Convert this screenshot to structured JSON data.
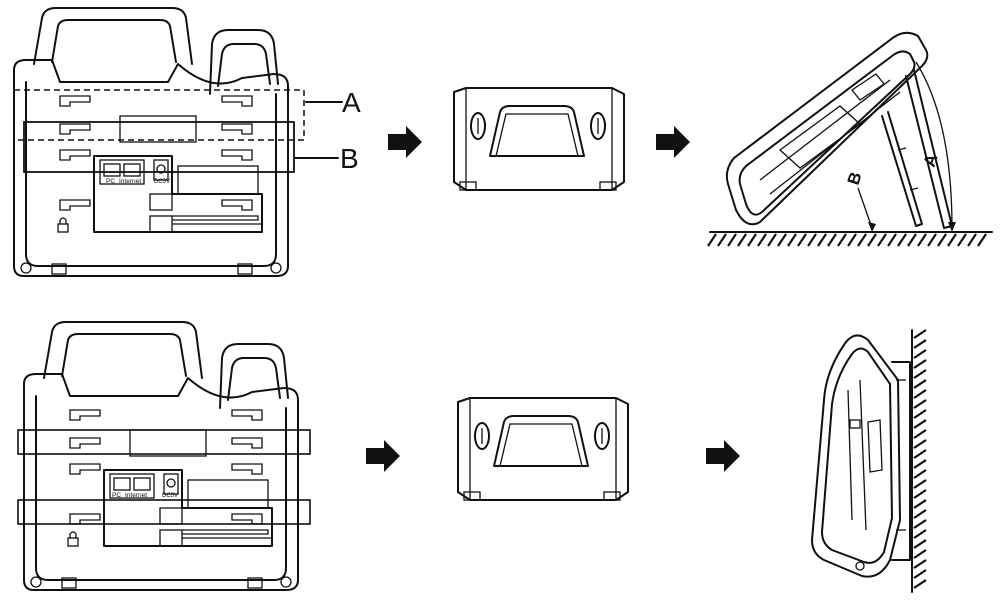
{
  "labels": {
    "a": "A",
    "b": "B",
    "pc": "PC",
    "internet": "Internet",
    "dc": "DC5V"
  },
  "icons": [
    "arrow-right-icon",
    "handset-icon",
    "headset-icon",
    "lock-icon",
    "power-icon"
  ]
}
